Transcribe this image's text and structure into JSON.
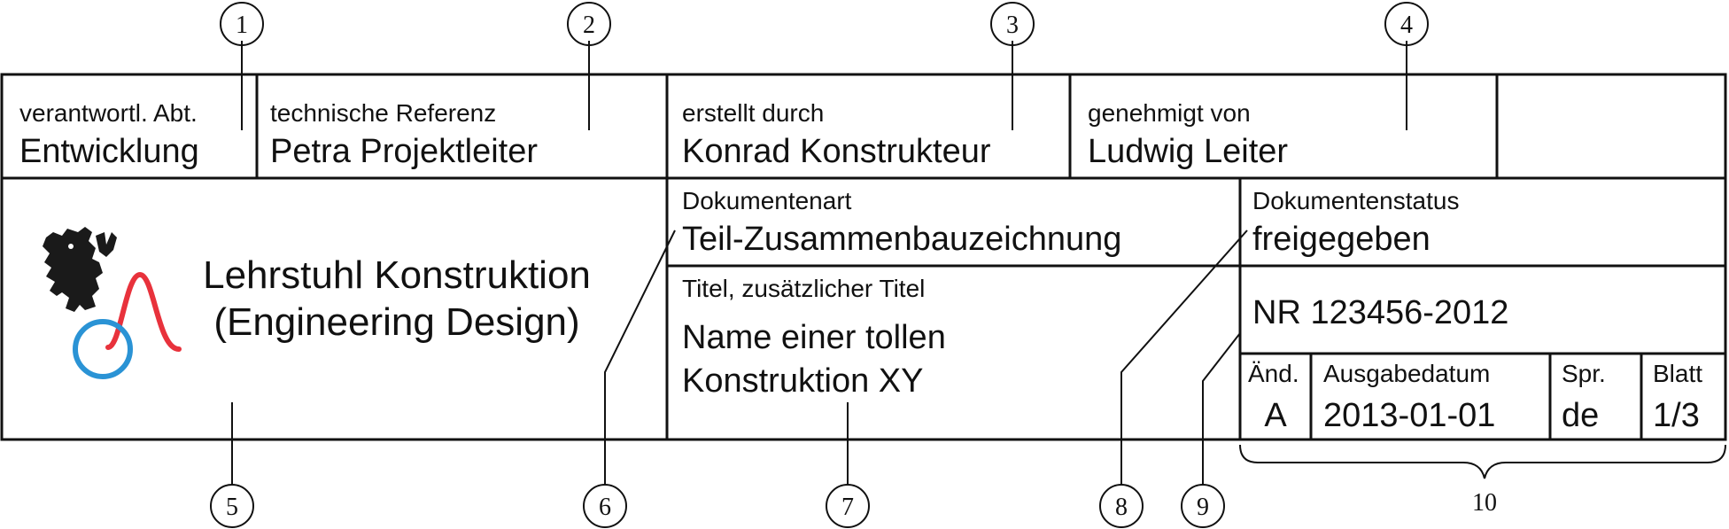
{
  "header": {
    "department": {
      "label": "verantwortl. Abt.",
      "value": "Entwicklung"
    },
    "technical_reference": {
      "label": "technische Referenz",
      "value": "Petra Projektleiter"
    },
    "created_by": {
      "label": "erstellt durch",
      "value": "Konrad Konstrukteur"
    },
    "approved_by": {
      "label": "genehmigt von",
      "value": "Ludwig Leiter"
    }
  },
  "organization": {
    "line1": "Lehrstuhl Konstruktion",
    "line2": "(Engineering Design)"
  },
  "document_type": {
    "label": "Dokumentenart",
    "value": "Teil-Zusammenbauzeichnung"
  },
  "document_status": {
    "label": "Dokumentenstatus",
    "value": "freigegeben"
  },
  "title": {
    "label": "Titel, zusätzlicher Titel",
    "line1": "Name einer tollen",
    "line2": "Konstruktion XY"
  },
  "document_number": "NR 123456-2012",
  "revision": {
    "label": "Änd.",
    "value": "A"
  },
  "issue_date": {
    "label": "Ausgabedatum",
    "value": "2013-01-01"
  },
  "language": {
    "label": "Spr.",
    "value": "de"
  },
  "sheet": {
    "label": "Blatt",
    "value": "1/3"
  },
  "callouts": [
    "1",
    "2",
    "3",
    "4",
    "5",
    "6",
    "7",
    "8",
    "9",
    "10"
  ],
  "colors": {
    "logo_black": "#1a1a1a",
    "logo_red": "#e8323c",
    "logo_blue": "#2a93d5"
  }
}
